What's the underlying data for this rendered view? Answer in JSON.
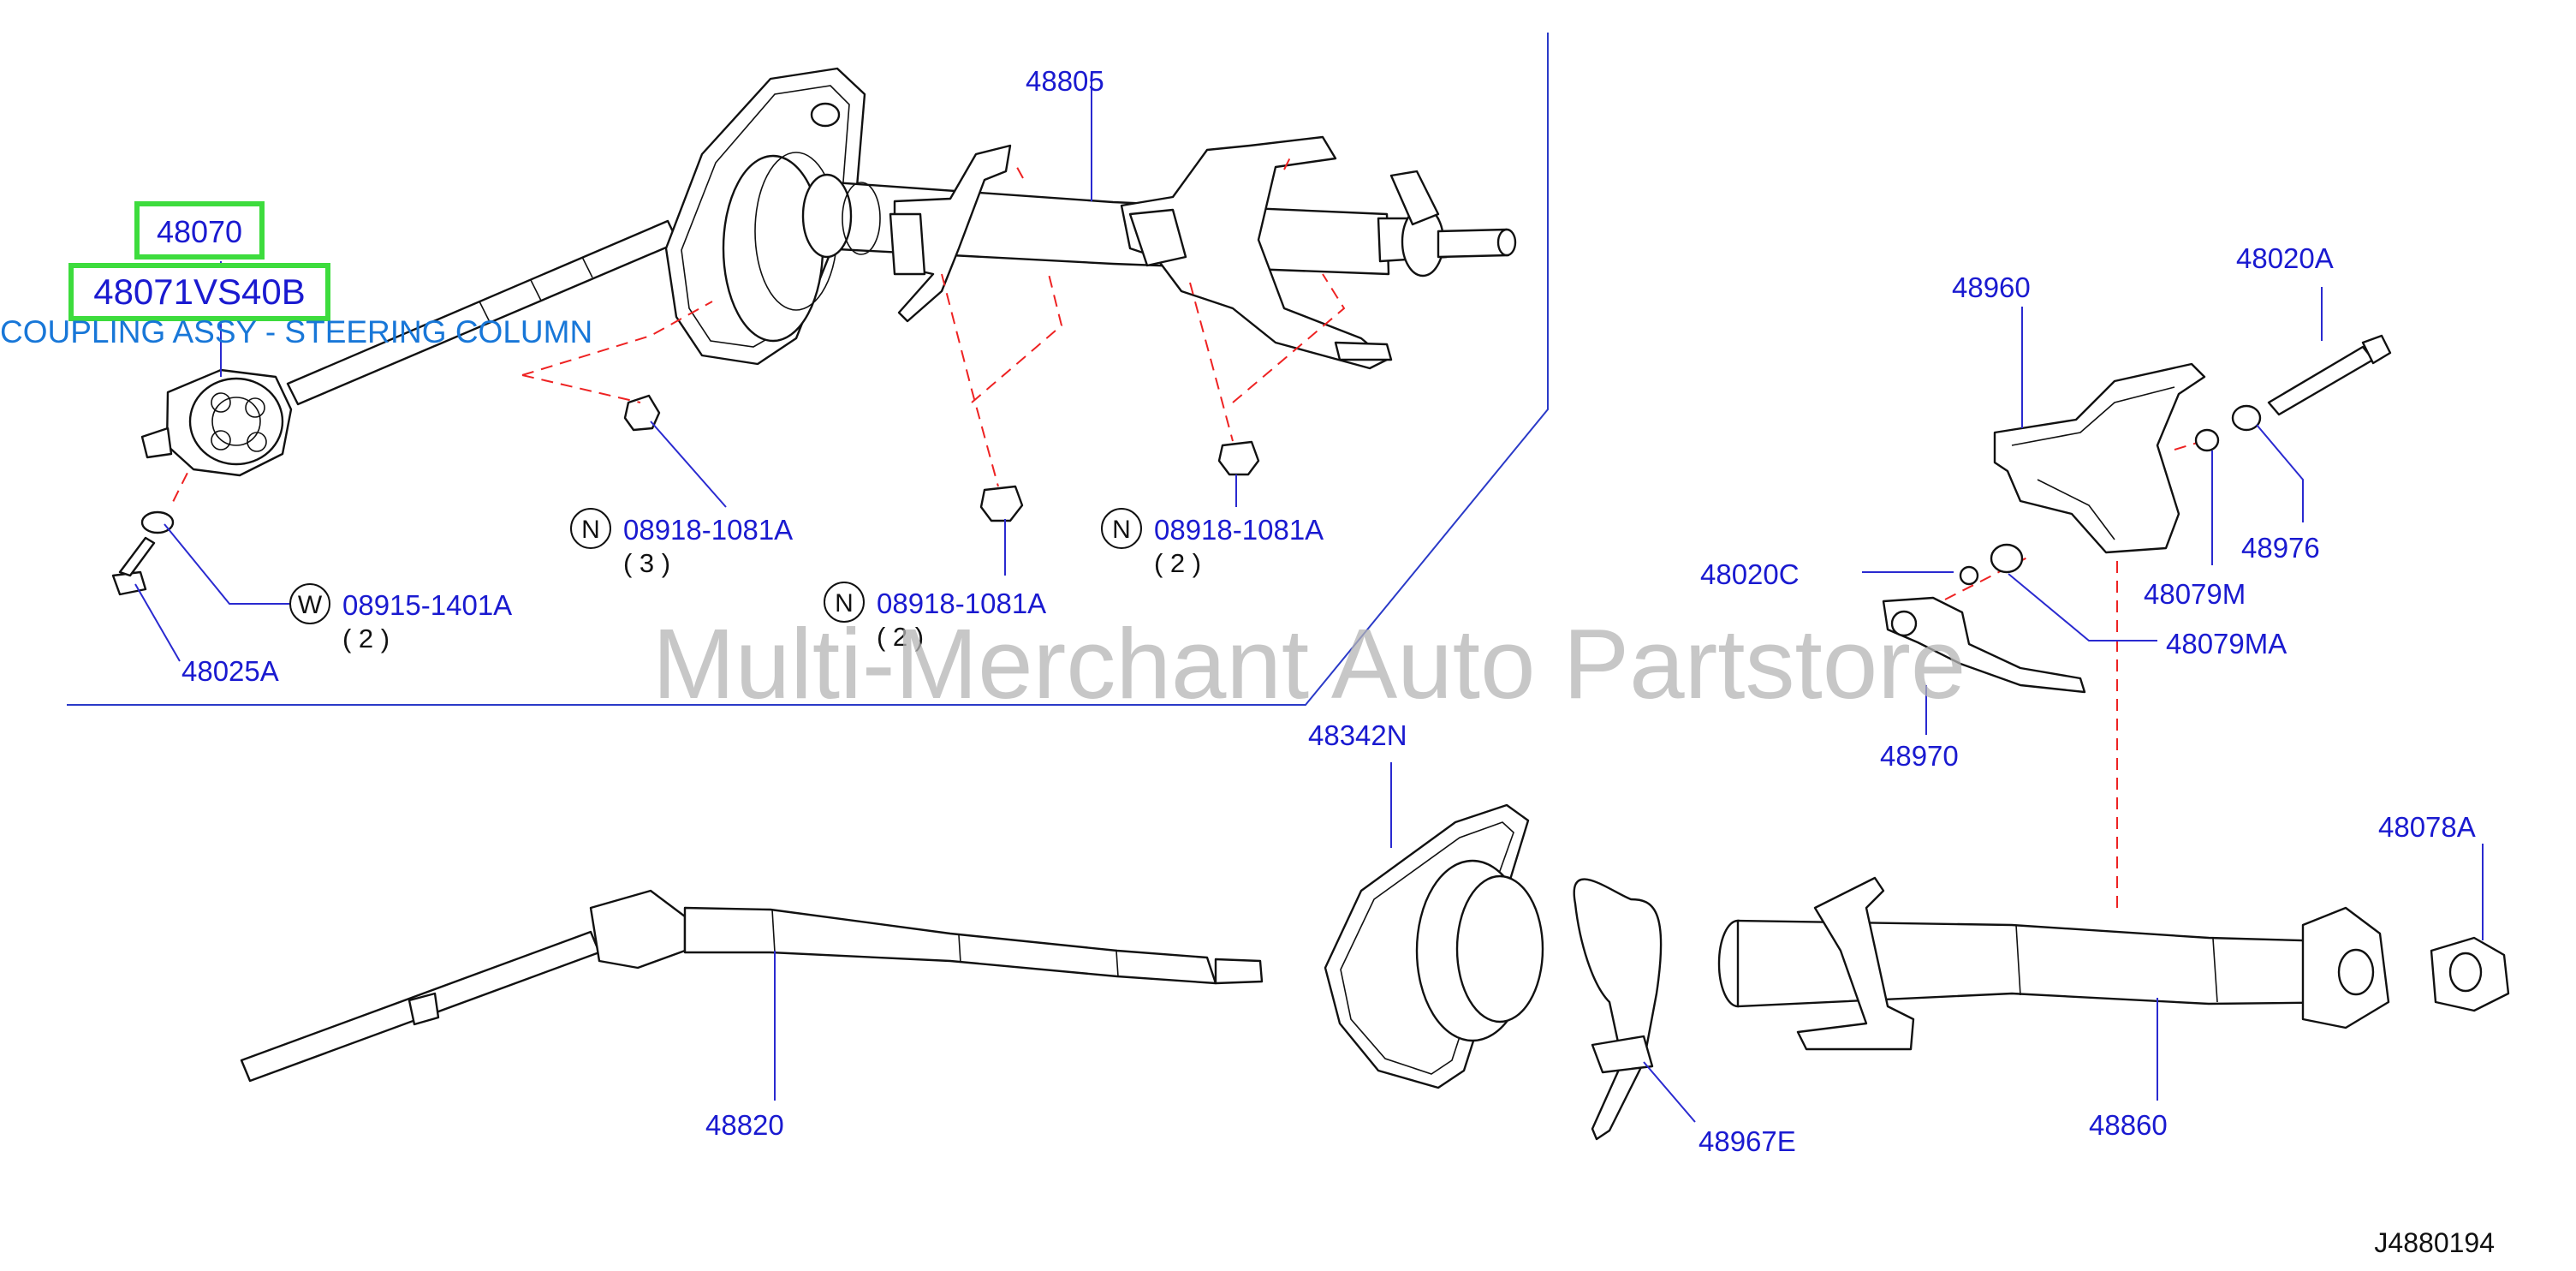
{
  "diagram": {
    "reference_code": "J4880194",
    "watermark": "Multi-Merchant Auto Partstore",
    "highlighted_part": {
      "part_number": "48070",
      "oem_number": "48071VS40B",
      "description": "COUPLING ASSY - STEERING COLUMN"
    },
    "highlight_color": "#3ddc3d",
    "label_color": "#1a1ad0",
    "description_color": "#1877d8",
    "dash_color": "#ee2222",
    "callouts": [
      {
        "part_number": "48805"
      },
      {
        "part_number": "48025A"
      },
      {
        "part_number": "48960"
      },
      {
        "part_number": "48020A"
      },
      {
        "part_number": "48976"
      },
      {
        "part_number": "48079M"
      },
      {
        "part_number": "48020C"
      },
      {
        "part_number": "48079MA"
      },
      {
        "part_number": "48970"
      },
      {
        "part_number": "48342N"
      },
      {
        "part_number": "48078A"
      },
      {
        "part_number": "48820"
      },
      {
        "part_number": "48967E"
      },
      {
        "part_number": "48860"
      }
    ],
    "fasteners": [
      {
        "symbol": "N",
        "part_number": "08918-1081A",
        "quantity": "( 3 )"
      },
      {
        "symbol": "N",
        "part_number": "08918-1081A",
        "quantity": "( 2 )"
      },
      {
        "symbol": "N",
        "part_number": "08918-1081A",
        "quantity": "( 2 )"
      },
      {
        "symbol": "W",
        "part_number": "08915-1401A",
        "quantity": "( 2 )"
      }
    ]
  }
}
